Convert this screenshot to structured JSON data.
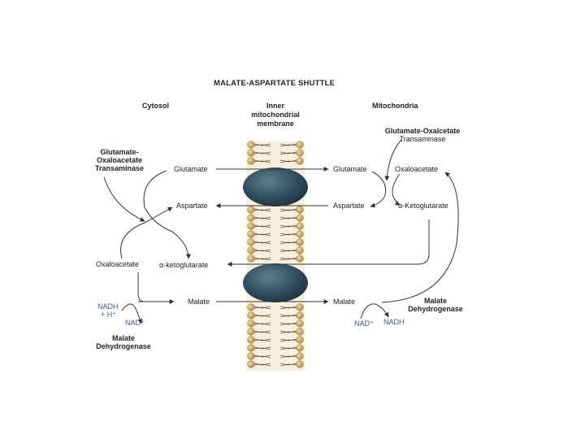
{
  "title": "MALATE-ASPARTATE SHUTTLE",
  "headers": {
    "cytosol": "Cytosol",
    "membrane_line1": "Inner",
    "membrane_line2": "mitochondrial",
    "membrane_line3": "membrane",
    "mitochondria": "Mitochondria"
  },
  "cytosol": {
    "enzyme_line1": "Glutamate-",
    "enzyme_line2": "Oxaloacetate",
    "enzyme_line3": "Transaminase",
    "glutamate": "Glutamate",
    "aspartate": "Aspartate",
    "oxaloacetate": "Oxaloacetate",
    "alpha_kg": "α-ketoglutarate",
    "malate": "Malate",
    "nadh": "NADH",
    "h_plus": "+ H⁺",
    "nad_plus": "NAD⁺",
    "mdh_line1": "Malate",
    "mdh_line2": "Dehydrogenase"
  },
  "mitochondria": {
    "enzyme_line1": "Glutamate-Oxalcetate",
    "enzyme_line2": "Transaminase",
    "glutamate": "Glutamate",
    "oxaloacetate": "Oxaloacetate",
    "aspartate": "Aspartate",
    "alpha_kg": "α-Ketoglutarate",
    "malate": "Malate",
    "nad_plus": "NAD⁺",
    "nadh": "NADH",
    "mdh_line1": "Malate",
    "mdh_line2": "Dehydrogenase"
  },
  "colors": {
    "line": "#333333",
    "cofactor_blue": "#2f5d9b",
    "transporter": "#2f4f5f",
    "lipid_head": "#c9a763",
    "membrane_fill": "#f4ecd6"
  }
}
